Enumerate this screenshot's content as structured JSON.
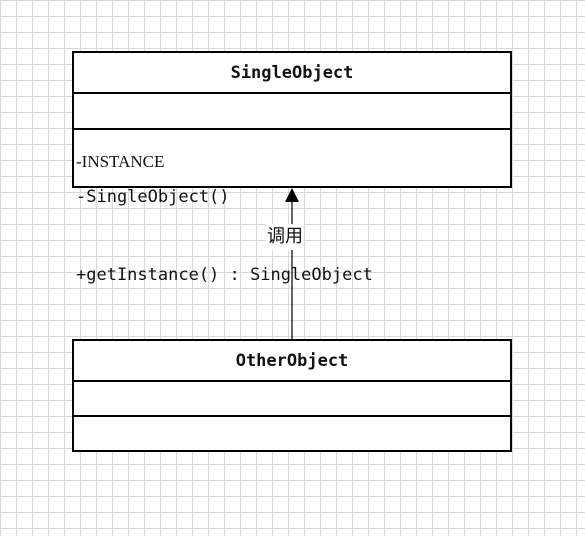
{
  "diagram": {
    "classes": [
      {
        "name": "SingleObject",
        "attributes": [
          "-INSTANCE"
        ],
        "operations": [
          "-SingleObject()",
          "+getInstance() : SingleObject"
        ]
      },
      {
        "name": "OtherObject",
        "attributes": [],
        "operations": []
      }
    ],
    "relationship": {
      "type": "dependency",
      "from": "OtherObject",
      "to": "SingleObject",
      "label": "调用"
    }
  },
  "colors": {
    "line": "#000000",
    "grid": "#d9d9d9",
    "background": "#ffffff"
  }
}
